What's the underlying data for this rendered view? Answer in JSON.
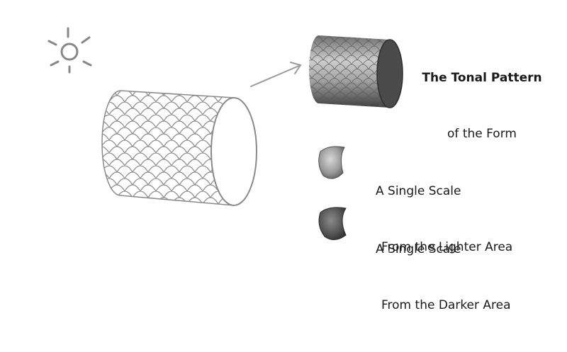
{
  "title": {
    "line1": "The Tonal Pattern",
    "line2": "of the Form"
  },
  "scale_light": {
    "line1": "A Single Scale",
    "line2": "From the Lighter Area"
  },
  "scale_dark": {
    "line1": "A Single Scale",
    "line2": "From the Darker Area"
  },
  "icons": {
    "sun": "sun-icon",
    "arrow": "arrow-icon"
  },
  "colors": {
    "sketch_line": "#8a8a8a",
    "dark_face": "#4a4a4a",
    "text": "#1a1a1a"
  }
}
